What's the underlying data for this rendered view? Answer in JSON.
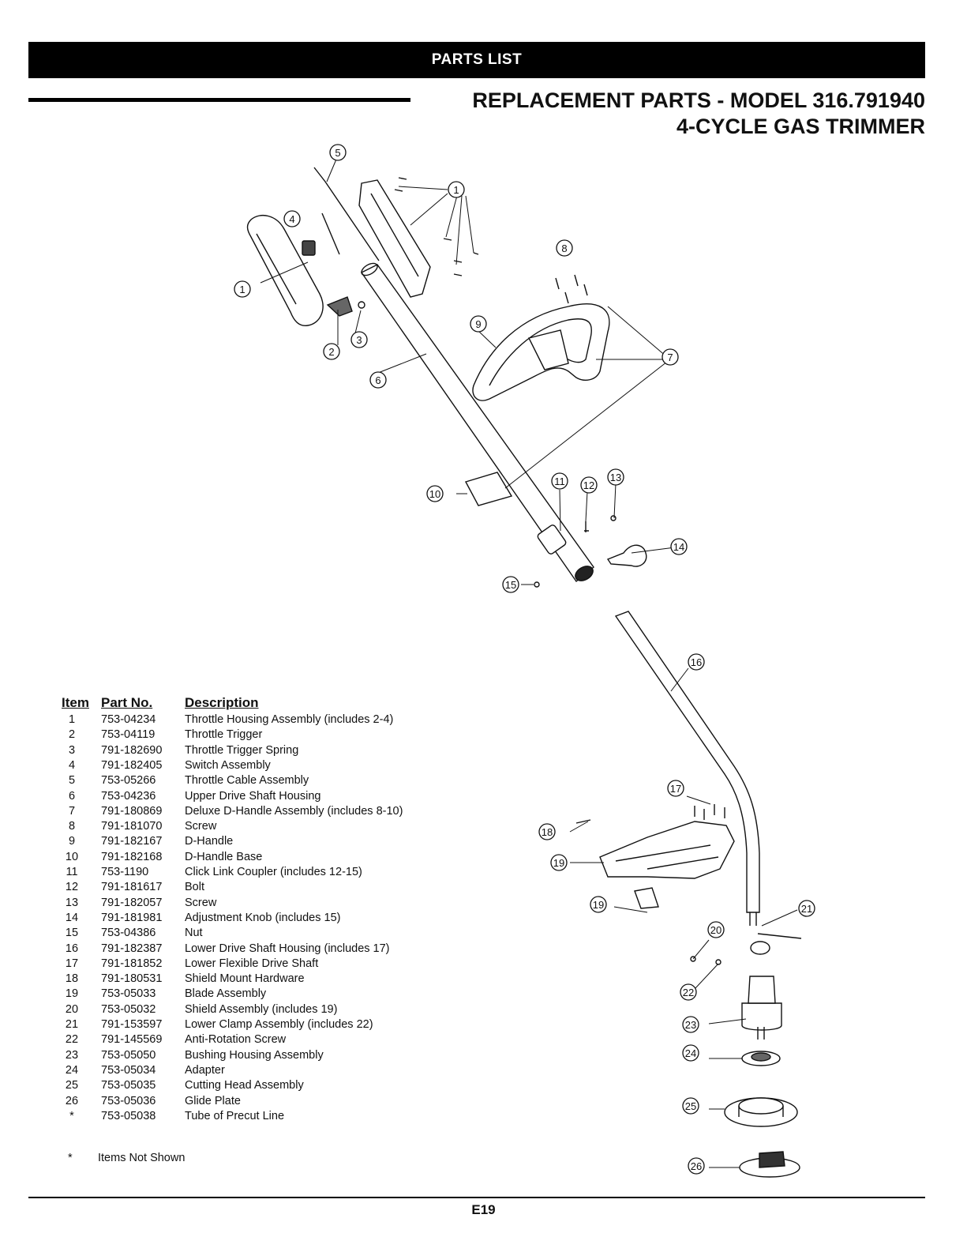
{
  "header": {
    "banner": "PARTS LIST",
    "title_line1": "REPLACEMENT PARTS - MODEL 316.791940",
    "title_line2": "4-CYCLE GAS TRIMMER"
  },
  "callouts": [
    "1",
    "1",
    "2",
    "3",
    "4",
    "5",
    "6",
    "7",
    "8",
    "9",
    "10",
    "11",
    "12",
    "13",
    "14",
    "15",
    "16",
    "17",
    "18",
    "19",
    "19",
    "20",
    "21",
    "22",
    "23",
    "24",
    "25",
    "26"
  ],
  "parts_table": {
    "headers": {
      "item": "Item",
      "part_no": "Part No.",
      "description": "Description"
    },
    "rows": [
      {
        "item": "1",
        "part_no": "753-04234",
        "description": "Throttle Housing Assembly (includes 2-4)"
      },
      {
        "item": "2",
        "part_no": "753-04119",
        "description": "Throttle Trigger"
      },
      {
        "item": "3",
        "part_no": "791-182690",
        "description": "Throttle Trigger Spring"
      },
      {
        "item": "4",
        "part_no": "791-182405",
        "description": "Switch Assembly"
      },
      {
        "item": "5",
        "part_no": "753-05266",
        "description": "Throttle Cable Assembly"
      },
      {
        "item": "6",
        "part_no": "753-04236",
        "description": "Upper Drive Shaft Housing"
      },
      {
        "item": "7",
        "part_no": "791-180869",
        "description": "Deluxe D-Handle Assembly (includes 8-10)"
      },
      {
        "item": "8",
        "part_no": "791-181070",
        "description": "Screw"
      },
      {
        "item": "9",
        "part_no": "791-182167",
        "description": "D-Handle"
      },
      {
        "item": "10",
        "part_no": "791-182168",
        "description": "D-Handle Base"
      },
      {
        "item": "11",
        "part_no": "753-1190",
        "description": "Click Link Coupler (includes 12-15)"
      },
      {
        "item": "12",
        "part_no": "791-181617",
        "description": "Bolt"
      },
      {
        "item": "13",
        "part_no": "791-182057",
        "description": "Screw"
      },
      {
        "item": "14",
        "part_no": "791-181981",
        "description": "Adjustment Knob (includes 15)"
      },
      {
        "item": "15",
        "part_no": "753-04386",
        "description": "Nut"
      },
      {
        "item": "16",
        "part_no": "791-182387",
        "description": "Lower Drive Shaft Housing (includes 17)"
      },
      {
        "item": "17",
        "part_no": "791-181852",
        "description": "Lower Flexible Drive Shaft"
      },
      {
        "item": "18",
        "part_no": "791-180531",
        "description": "Shield Mount Hardware"
      },
      {
        "item": "19",
        "part_no": "753-05033",
        "description": "Blade Assembly"
      },
      {
        "item": "20",
        "part_no": "753-05032",
        "description": "Shield Assembly (includes 19)"
      },
      {
        "item": "21",
        "part_no": "791-153597",
        "description": "Lower Clamp Assembly (includes 22)"
      },
      {
        "item": "22",
        "part_no": "791-145569",
        "description": "Anti-Rotation Screw"
      },
      {
        "item": "23",
        "part_no": "753-05050",
        "description": "Bushing Housing Assembly"
      },
      {
        "item": "24",
        "part_no": "753-05034",
        "description": "Adapter"
      },
      {
        "item": "25",
        "part_no": "753-05035",
        "description": "Cutting Head Assembly"
      },
      {
        "item": "26",
        "part_no": "753-05036",
        "description": "Glide Plate"
      },
      {
        "item": "*",
        "part_no": "753-05038",
        "description": "Tube of Precut Line"
      }
    ]
  },
  "footnote": {
    "symbol": "*",
    "text": "Items Not Shown"
  },
  "footer": {
    "page_number": "E19"
  }
}
